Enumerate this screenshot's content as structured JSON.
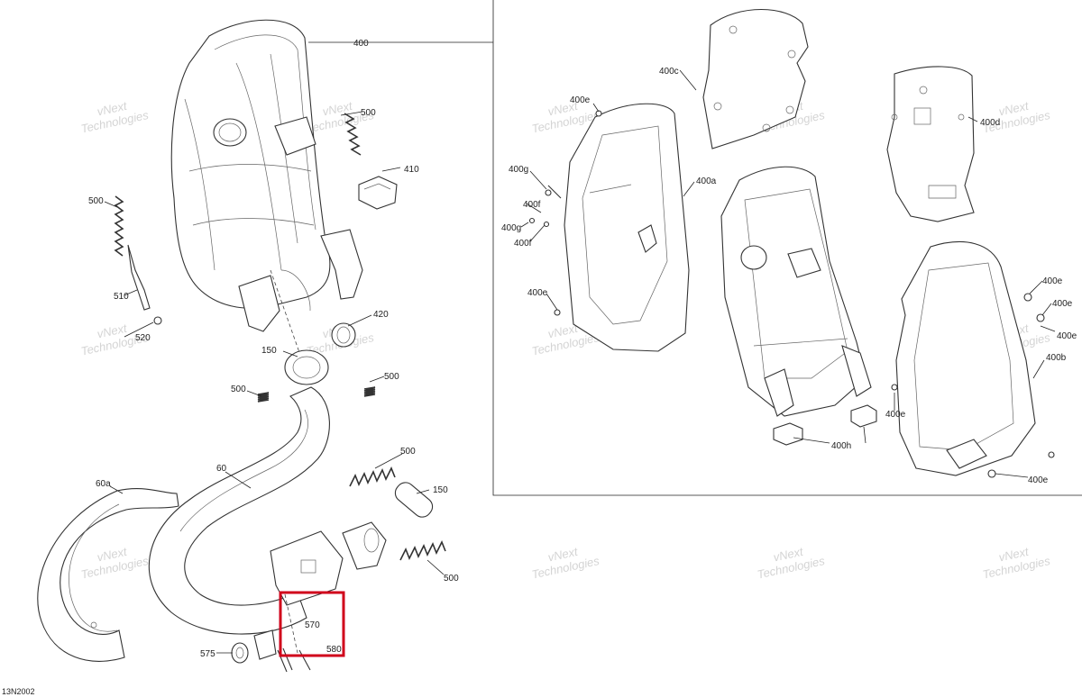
{
  "figure_code": "13N2002",
  "watermark": {
    "line1": "vNext",
    "line2": "Technologies"
  },
  "highlight_color": "#d0021b",
  "labels": {
    "p400": "400",
    "p500_top": "500",
    "p410": "410",
    "p500_left": "500",
    "p510": "510",
    "p520": "520",
    "p420": "420",
    "p150_top": "150",
    "p500_mid_l": "500",
    "p500_mid_r": "500",
    "p60": "60",
    "p60a": "60a",
    "p500_low_t": "500",
    "p150_low": "150",
    "p500_low_b": "500",
    "p570": "570",
    "p580": "580",
    "p575": "575",
    "p400c": "400c",
    "p400d": "400d",
    "p400e_1": "400e",
    "p400a": "400a",
    "p400g_1": "400g",
    "p400f_1": "400f",
    "p400g_2": "400g",
    "p400f_2": "400f",
    "p400e_2": "400e",
    "p400e_3": "400e",
    "p400e_4": "400e",
    "p400e_5": "400e",
    "p400b": "400b",
    "p400e_6": "400e",
    "p400e_7": "400e",
    "p400h": "400h"
  }
}
